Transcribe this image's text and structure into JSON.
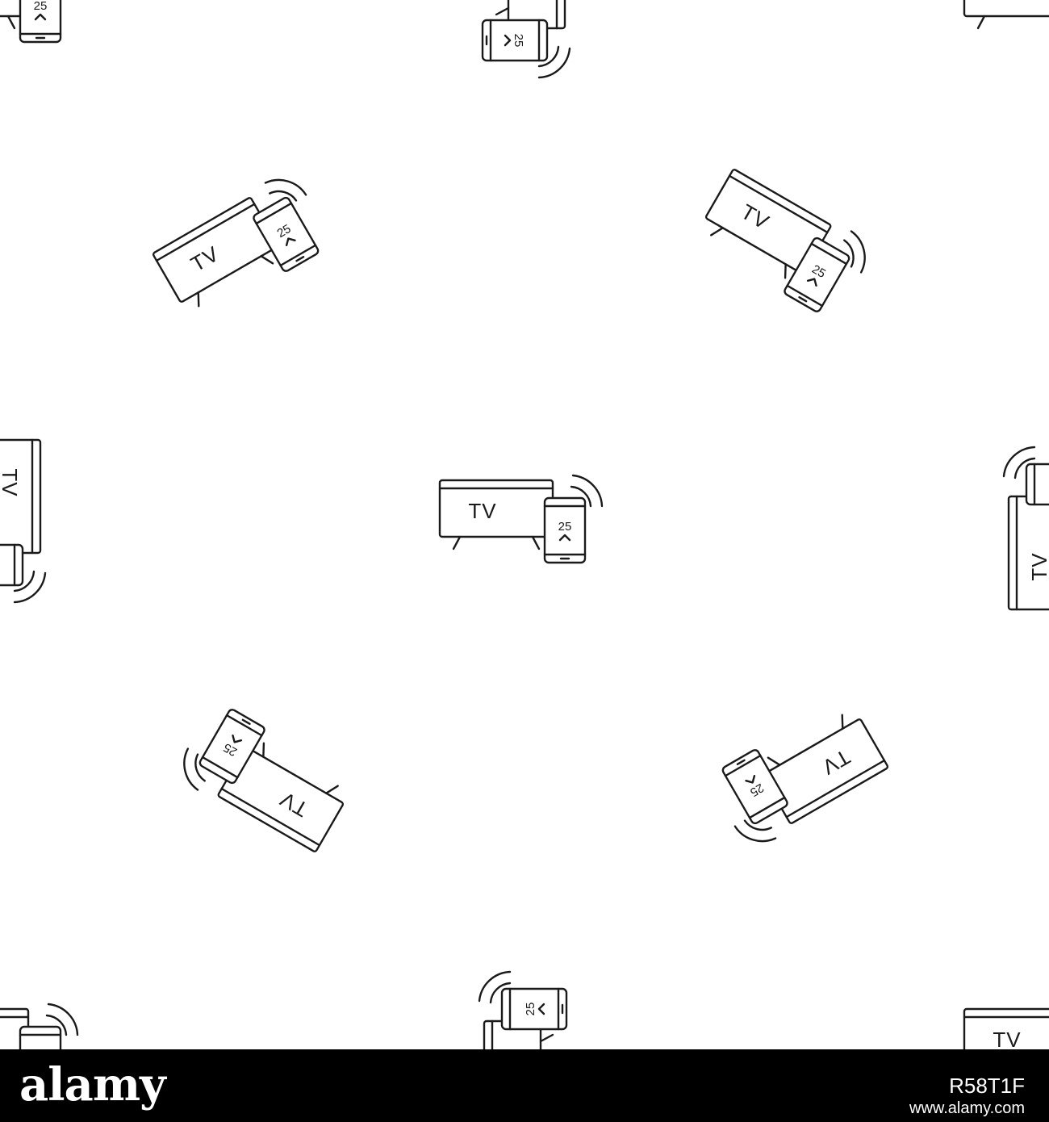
{
  "pattern": {
    "tv_label": "TV",
    "phone_label": "25",
    "arrow_glyph": "^",
    "icon": "tv-phone-remote-icon",
    "stroke_color": "#1a1a1a",
    "background_color": "#ffffff"
  },
  "footer": {
    "brand": "alamy",
    "image_id": "R58T1F",
    "url": "www.alamy.com",
    "background_color": "#000000",
    "text_color": "#ffffff"
  }
}
